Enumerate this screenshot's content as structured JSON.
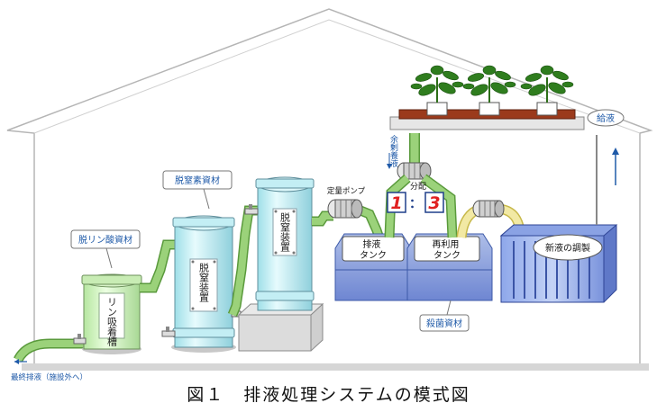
{
  "labels": {
    "p_adsorbent": "脱リン酸資材",
    "n_removal_material": "脱窒素資材",
    "p_tank": "リン吸着槽",
    "denitrifier_1": "脱窒装置",
    "denitrifier_2": "脱窒装置",
    "metering_pump": "定量ポンプ",
    "surplus": "余剰養液",
    "distribution": "分配",
    "ratio_left": "1",
    "ratio_colon": "：",
    "ratio_right": "3",
    "drain_tank": "排液\nタンク",
    "reuse_tank": "再利用\nタンク",
    "sterilizer": "殺菌資材",
    "new_solution": "新液の調製",
    "supply": "給液",
    "final_drain": "最終排液（施設外へ）"
  },
  "caption": "図１　排液処理システムの模式図",
  "colors": {
    "pipe": "#9bd27a",
    "pipe_edge": "#5a9a3c",
    "cylinder": "#c9f0f5",
    "tank_blue": "#7f9ee8",
    "label_blue": "#1f5aa8",
    "ratio_red": "#e02020"
  }
}
